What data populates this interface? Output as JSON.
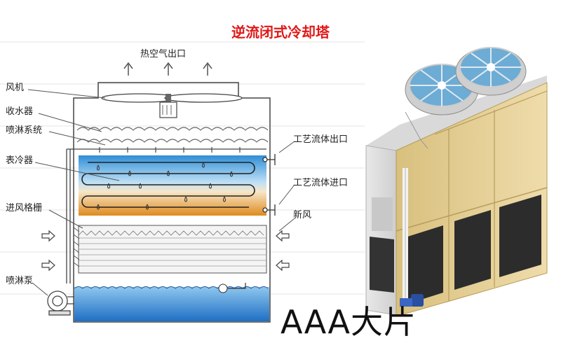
{
  "title": "逆流闭式冷却塔",
  "labels": {
    "hot_air_out": "热空气出口",
    "fan": "风机",
    "collector": "收水器",
    "spray_system": "喷淋系统",
    "cooler": "表冷器",
    "air_grille": "进风格栅",
    "spray_pump": "喷淋泵",
    "process_fluid_out": "工艺流体出口",
    "process_fluid_in": "工艺流体进口",
    "fresh_air": "新风"
  },
  "watermark": "AAA大片",
  "colors": {
    "title": "#e01818",
    "coil_cool": "#2f8fd6",
    "coil_warm": "#e08a1e",
    "water": "#1f6fc4",
    "housing": "#d9c388"
  }
}
